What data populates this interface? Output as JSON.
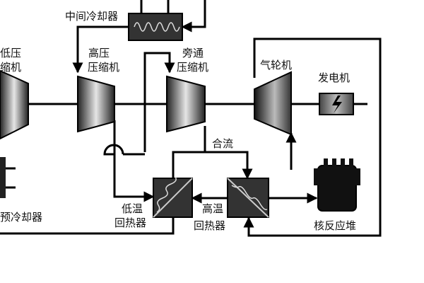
{
  "labels": {
    "intercooler": "中间冷却器",
    "lp_compressor_line1": "低压",
    "lp_compressor_line2": "缩机",
    "hp_compressor_line1": "高压",
    "hp_compressor_line2": "压缩机",
    "bypass_compressor_line1": "旁通",
    "bypass_compressor_line2": "压缩机",
    "turbine": "气轮机",
    "generator": "发电机",
    "merge": "合流",
    "ltr_line1": "低温",
    "ltr_line2": "回热器",
    "htr_line1": "高温",
    "htr_line2": "回热器",
    "precooler": "预冷却器",
    "reactor": "核反应堆"
  }
}
